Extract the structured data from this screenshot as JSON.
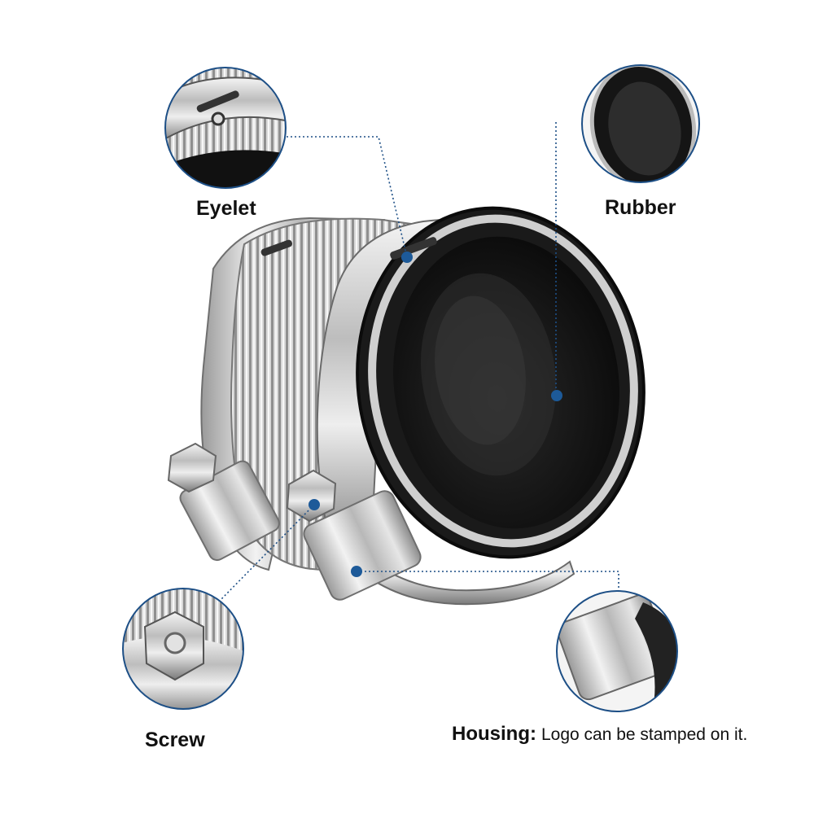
{
  "callouts": {
    "eyelet": {
      "label": "Eyelet"
    },
    "rubber": {
      "label": "Rubber"
    },
    "screw": {
      "label": "Screw"
    },
    "housing": {
      "label": "Housing:",
      "note": "Logo can be stamped on it."
    }
  },
  "colors": {
    "accent": "#1d5a99",
    "leader": "#1d4f86",
    "steel_light": "#e8e8e8",
    "steel_dark": "#8a8a8a",
    "rubber": "#141414"
  }
}
